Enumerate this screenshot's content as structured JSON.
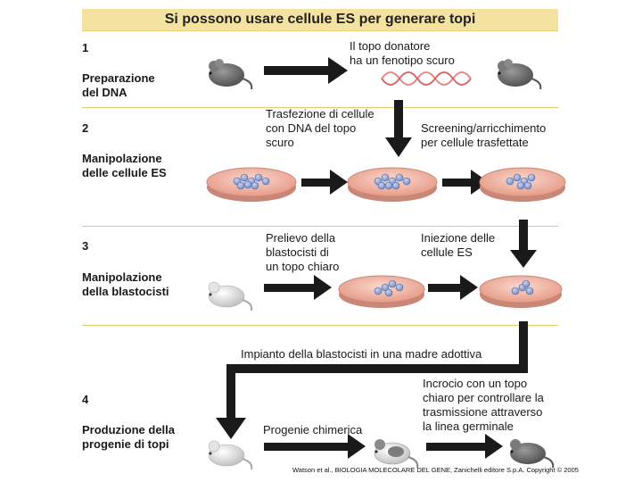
{
  "title": "Si possono usare cellule ES per generare topi",
  "steps": [
    {
      "num": "1",
      "name_line1": "Preparazione",
      "name_line2": "del DNA"
    },
    {
      "num": "2",
      "name_line1": "Manipolazione",
      "name_line2": "delle cellule ES"
    },
    {
      "num": "3",
      "name_line1": "Manipolazione",
      "name_line2": "della blastocisti"
    },
    {
      "num": "4",
      "name_line1": "Produzione della",
      "name_line2": "progenie di topi"
    }
  ],
  "captions": {
    "donor": [
      "Il topo donatore",
      "ha un fenotipo scuro"
    ],
    "transfection": [
      "Trasfezione di cellule",
      "con DNA del topo",
      "scuro"
    ],
    "screening": [
      "Screening/arricchimento",
      "per cellule trasfettate"
    ],
    "blastocyst": [
      "Prelievo della",
      "blastocisti di",
      "un topo chiaro"
    ],
    "injection": [
      "Iniezione delle",
      "cellule ES"
    ],
    "implant": "Impianto della blastocisti in una madre adottiva",
    "crossing": [
      "Incrocio con un topo",
      "chiaro per controllare la",
      "trasmissione attraverso",
      "la linea germinale"
    ],
    "progeny": "Progenie chimerica"
  },
  "credit": "Watson et al., BIOLOGIA MOLECOLARE DEL GENE, Zanichelli editore S.p.A. Copyright © 2005",
  "colors": {
    "title_band": "#f4e3a0",
    "arrow": "#1a1a1a",
    "dish": "#f2b8a8",
    "dna": "#e58a8a",
    "cells": "#8fa6d8",
    "dark_mouse": "#6d6d6d",
    "light_mouse": "#d8d8d8"
  }
}
